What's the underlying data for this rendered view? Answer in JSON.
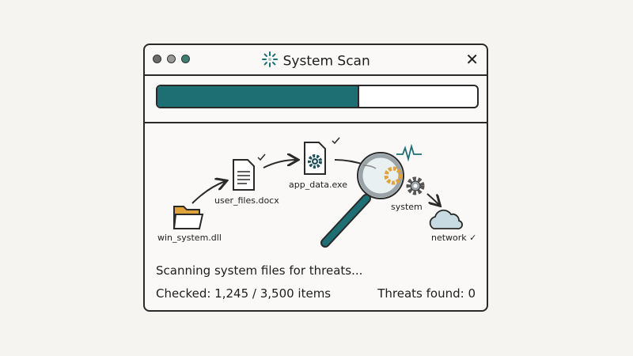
{
  "window": {
    "title": "System Scan",
    "title_icon": "scanning-spinner-icon",
    "close_icon": "close-icon",
    "traffic_lights": [
      "#6b6b6b",
      "#9a9a9a",
      "#3d7f72"
    ]
  },
  "progress": {
    "fraction": 0.63,
    "fill_color": "#1d6f74"
  },
  "scene": {
    "items": [
      {
        "label": "win_system.dll",
        "icon": "folder-icon"
      },
      {
        "label": "user_files.docx",
        "icon": "document-icon",
        "checked": true
      },
      {
        "label": "app_data.exe",
        "icon": "gear-file-icon",
        "checked": true
      },
      {
        "label": "system",
        "icon": "gear-icon"
      },
      {
        "label": "network ✓",
        "icon": "cloud-icon"
      }
    ]
  },
  "status": {
    "message": "Scanning system files for threats...",
    "checked": "Checked: 1,245 / 3,500 items",
    "threats": "Threats found: 0"
  },
  "colors": {
    "accent": "#1d6f74",
    "folder": "#e0a33a",
    "ink": "#2a2a2a"
  }
}
